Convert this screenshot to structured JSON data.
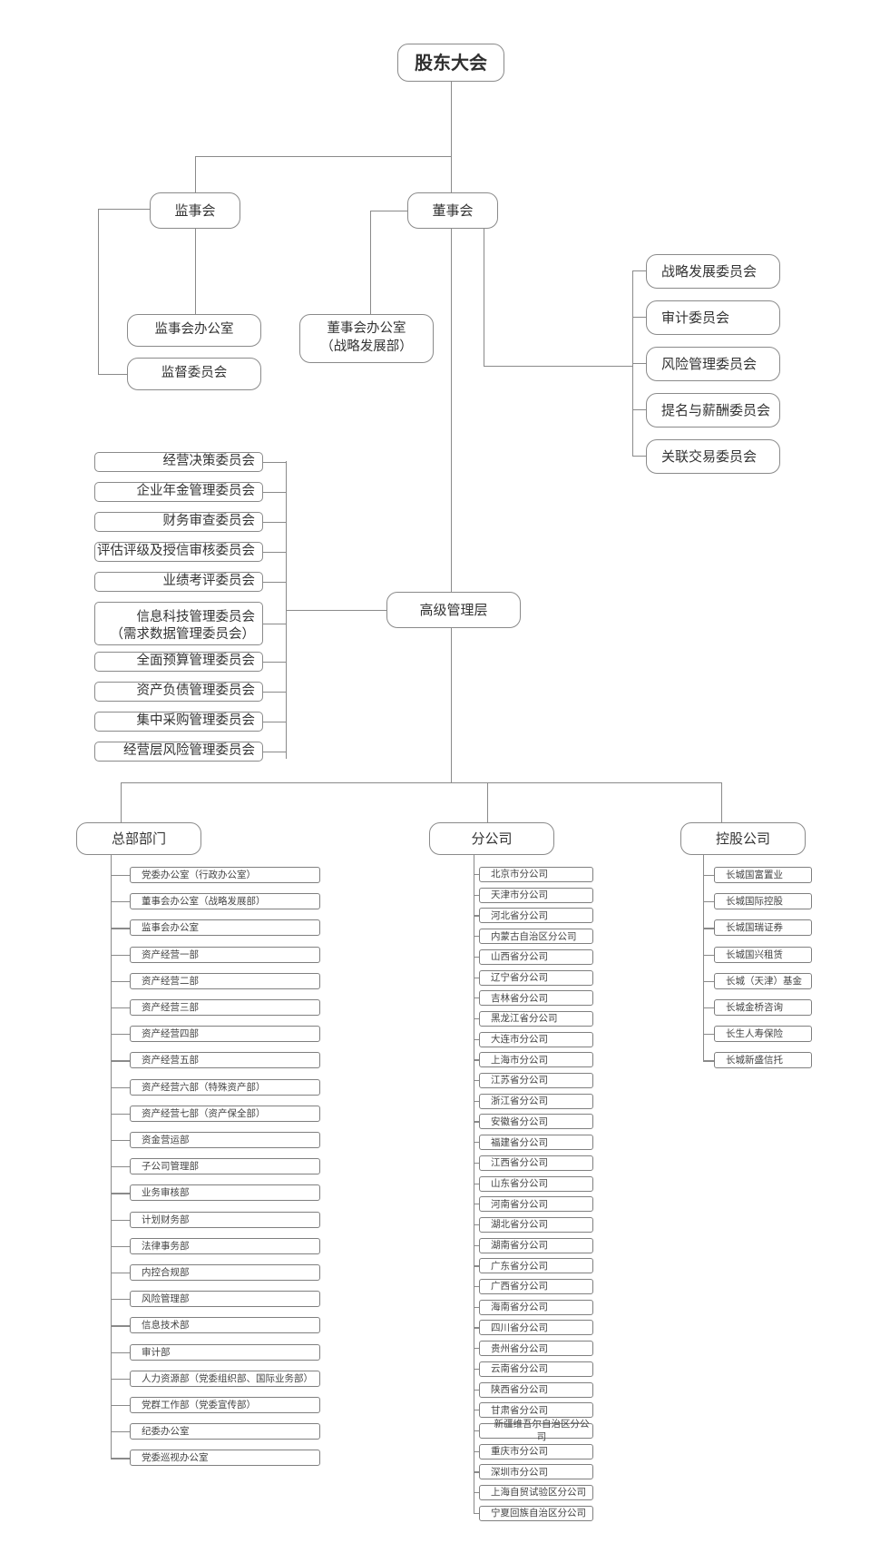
{
  "shareholders": "股东大会",
  "supervisory_board": "监事会",
  "board_of_directors": "董事会",
  "supervisory_office": "监事会办公室",
  "supervision_committee": "监督委员会",
  "board_office": {
    "line1": "董事会办公室",
    "line2": "（战略发展部）"
  },
  "board_committees": [
    "战略发展委员会",
    "审计委员会",
    "风险管理委员会",
    "提名与薪酬委员会",
    "关联交易委员会"
  ],
  "senior_management": "高级管理层",
  "exec_committees": [
    "经营决策委员会",
    "企业年金管理委员会",
    "财务审查委员会",
    "评估评级及授信审核委员会",
    "业绩考评委员会",
    "信息科技管理委员会",
    "全面预算管理委员会",
    "资产负债管理委员会",
    "集中采购管理委员会",
    "经营层风险管理委员会"
  ],
  "exec_committee_multi": {
    "line1": "信息科技管理委员会",
    "line2": "（需求数据管理委员会）"
  },
  "headquarters": {
    "title": "总部部门",
    "items": [
      "党委办公室（行政办公室）",
      "董事会办公室（战略发展部）",
      "监事会办公室",
      "资产经营一部",
      "资产经营二部",
      "资产经营三部",
      "资产经营四部",
      "资产经营五部",
      "资产经营六部（特殊资产部）",
      "资产经营七部（资产保全部）",
      "资金营运部",
      "子公司管理部",
      "业务审核部",
      "计划财务部",
      "法律事务部",
      "内控合规部",
      "风险管理部",
      "信息技术部",
      "审计部",
      "人力资源部（党委组织部、国际业务部）",
      "党群工作部（党委宣传部）",
      "纪委办公室",
      "党委巡视办公室"
    ]
  },
  "branches": {
    "title": "分公司",
    "items": [
      "北京市分公司",
      "天津市分公司",
      "河北省分公司",
      "内蒙古自治区分公司",
      "山西省分公司",
      "辽宁省分公司",
      "吉林省分公司",
      "黑龙江省分公司",
      "大连市分公司",
      "上海市分公司",
      "江苏省分公司",
      "浙江省分公司",
      "安徽省分公司",
      "福建省分公司",
      "江西省分公司",
      "山东省分公司",
      "河南省分公司",
      "湖北省分公司",
      "湖南省分公司",
      "广东省分公司",
      "广西省分公司",
      "海南省分公司",
      "四川省分公司",
      "贵州省分公司",
      "云南省分公司",
      "陕西省分公司",
      "甘肃省分公司",
      "新疆维吾尔自治区分公司",
      "重庆市分公司",
      "深圳市分公司",
      "上海自贸试验区分公司",
      "宁夏回族自治区分公司"
    ]
  },
  "holdings": {
    "title": "控股公司",
    "items": [
      "长城国富置业",
      "长城国际控股",
      "长城国瑞证券",
      "长城国兴租赁",
      "长城（天津）基金",
      "长城金桥咨询",
      "长生人寿保险",
      "长城新盛信托"
    ]
  },
  "colors": {
    "line": "#8a8a8a",
    "text": "#333333",
    "background": "#ffffff"
  }
}
